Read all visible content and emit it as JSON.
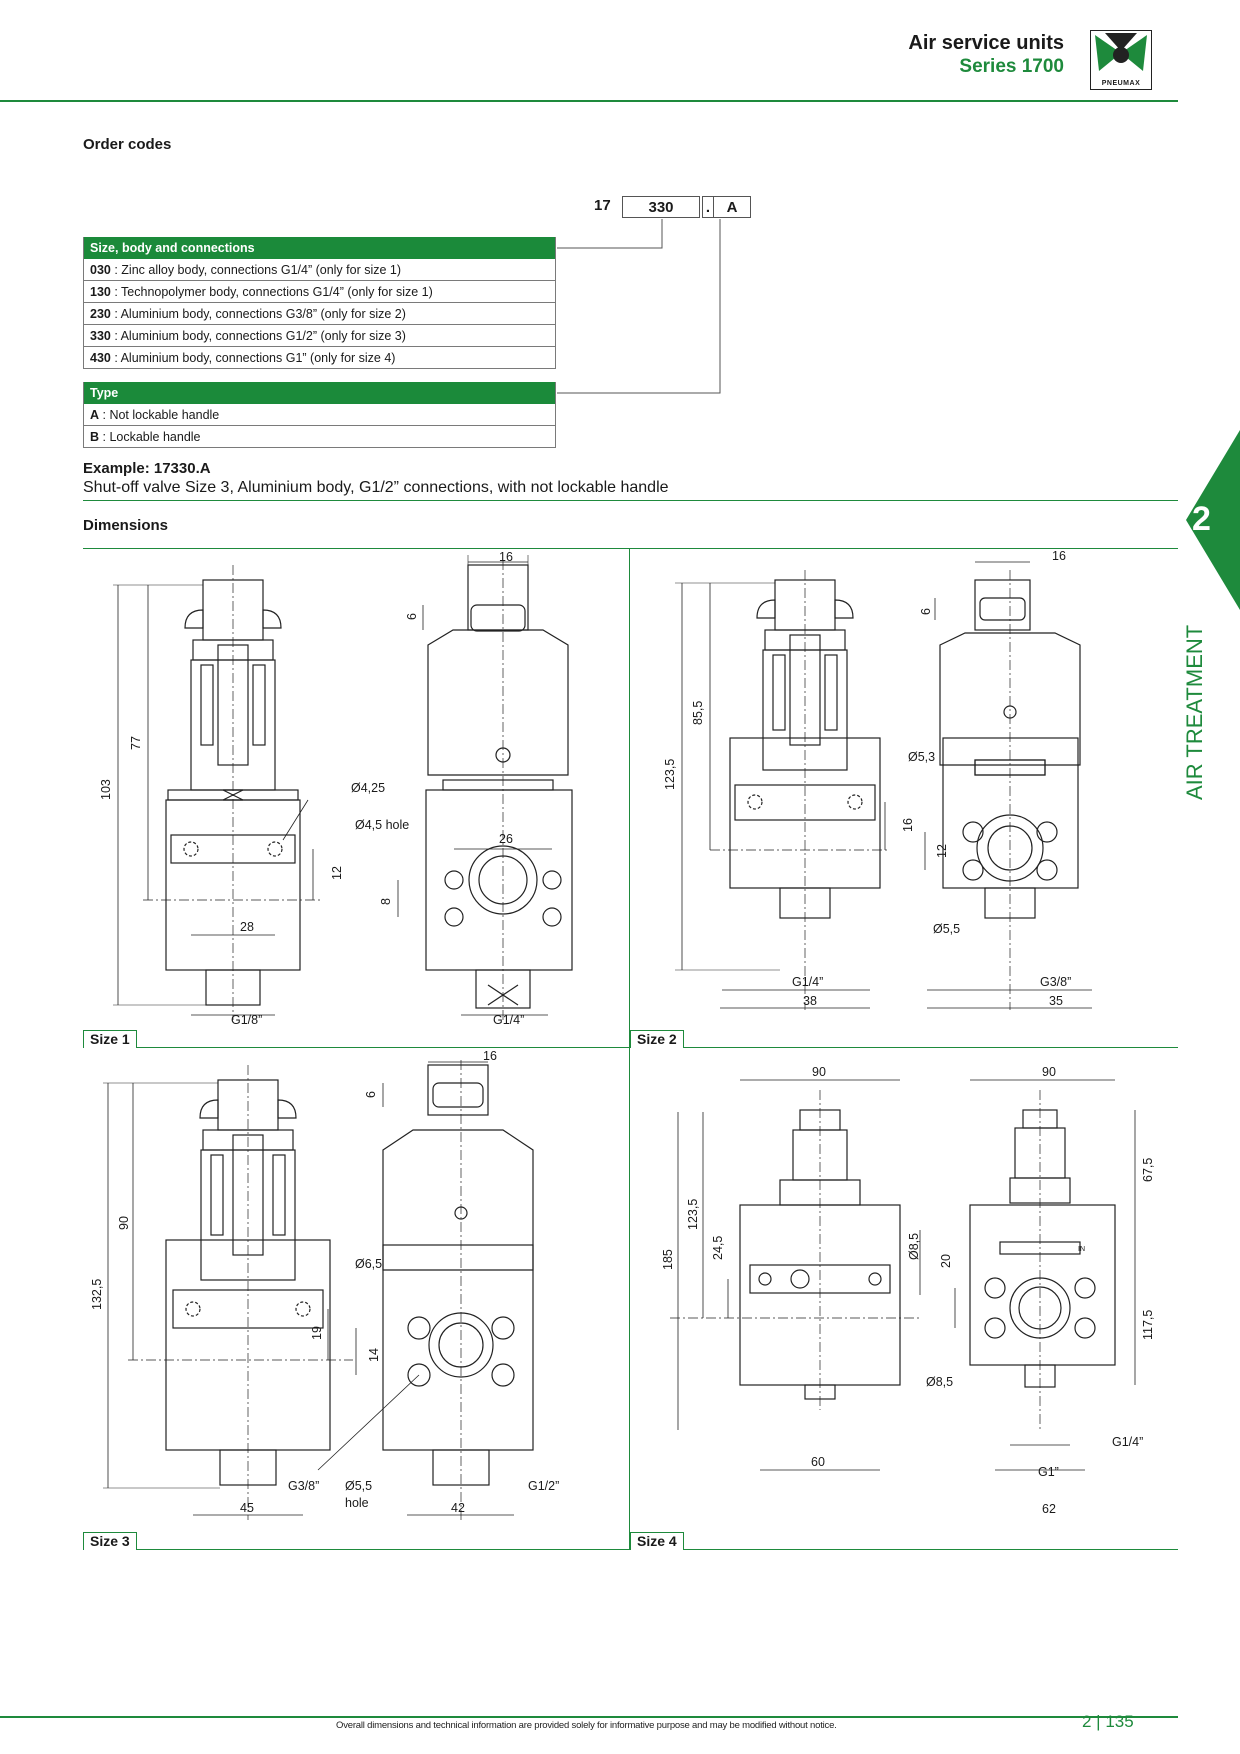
{
  "header": {
    "title": "Air service units",
    "subtitle": "Series 1700",
    "logo_text": "PNEUMAX"
  },
  "order_codes": {
    "title": "Order codes",
    "code_prefix": "17",
    "code_body": "330",
    "code_dot": ".",
    "code_type": "A",
    "size_table": {
      "header": "Size, body and connections",
      "rows": [
        {
          "code": "030",
          "text": " : Zinc alloy body, connections G1/4” (only for size 1)"
        },
        {
          "code": "130",
          "text": " : Technopolymer body, connections G1/4” (only for size 1)"
        },
        {
          "code": "230",
          "text": " : Aluminium body, connections G3/8” (only for size 2)"
        },
        {
          "code": "330",
          "text": " : Aluminium body, connections G1/2” (only for size 3)"
        },
        {
          "code": "430",
          "text": " : Aluminium body, connections G1” (only for size 4)"
        }
      ]
    },
    "type_table": {
      "header": "Type",
      "rows": [
        {
          "code": "A",
          "text": " : Not lockable handle"
        },
        {
          "code": "B",
          "text": " : Lockable handle"
        }
      ]
    },
    "example_title": "Example: 17330.A",
    "example_text": "Shut-off valve Size 3, Aluminium body, G1/2” connections, with not lockable handle"
  },
  "dimensions": {
    "title": "Dimensions",
    "sizes": [
      "Size 1",
      "Size 2",
      "Size 3",
      "Size 4"
    ],
    "size1": {
      "d16": "16",
      "d6": "6",
      "d103": "103",
      "d77": "77",
      "d425": "Ø4,25",
      "d45": "Ø4,5 hole",
      "d26": "26",
      "d12": "12",
      "d8": "8",
      "d28": "28",
      "g18": "G1/8”",
      "g14": "G1/4”"
    },
    "size2": {
      "d16": "16",
      "d6": "6",
      "d855": "85,5",
      "d1235": "123,5",
      "d53": "Ø5,3",
      "d16b": "16",
      "d12": "12",
      "d55": "Ø5,5",
      "g14": "G1/4”",
      "g38": "G3/8”",
      "d38": "38",
      "d35": "35"
    },
    "size3": {
      "d16": "16",
      "d6": "6",
      "d90": "90",
      "d1325": "132,5",
      "d65": "Ø6,5",
      "d19": "19",
      "d14": "14",
      "d55": "Ø5,5",
      "hole": "hole",
      "g38": "G3/8”",
      "g12": "G1/2”",
      "d45": "45",
      "d42": "42"
    },
    "size4": {
      "d90a": "90",
      "d90b": "90",
      "d675": "67,5",
      "d185": "185",
      "d1235": "123,5",
      "d245": "24,5",
      "d85a": "Ø8,5",
      "d20": "20",
      "d1175": "117,5",
      "d85b": "Ø8,5",
      "in": "IN",
      "d60": "60",
      "g14": "G1/4”",
      "g1": "G1”",
      "d62": "62"
    }
  },
  "side_tab": {
    "number": "2",
    "label": "AIR TREATMENT"
  },
  "footer": {
    "note": "Overall dimensions and technical information are provided solely for informative purpose and may be modified without notice.",
    "page": "2 | 135"
  },
  "colors": {
    "accent": "#1e8a3c"
  }
}
